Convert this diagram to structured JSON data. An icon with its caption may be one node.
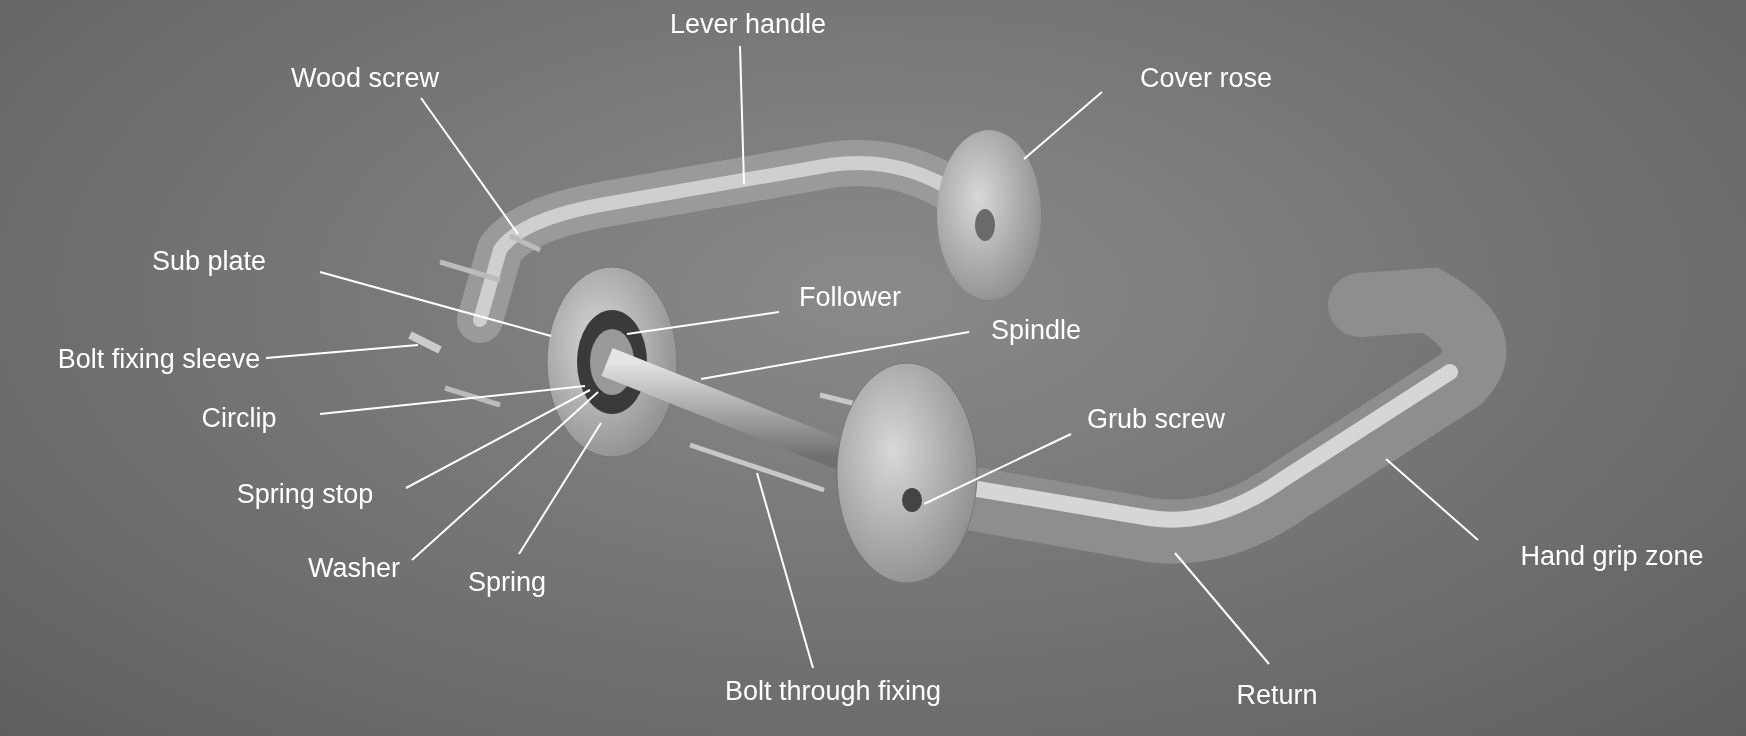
{
  "diagram": {
    "nodes": [
      {
        "text": [
          "Lever handle"
        ]
      },
      {
        "text": [
          "Wood screw"
        ]
      },
      {
        "text": [
          "Cover rose"
        ]
      },
      {
        "text": [
          "Sub plate"
        ]
      },
      {
        "text": [
          "Follower"
        ]
      },
      {
        "text": [
          "Spindle"
        ]
      },
      {
        "text": [
          "Bolt fixing sleeve"
        ]
      },
      {
        "text": [
          "Circlip"
        ]
      },
      {
        "text": [
          "Grub screw"
        ]
      },
      {
        "text": [
          "Spring stop"
        ]
      },
      {
        "text": [
          "Washer"
        ]
      },
      {
        "text": [
          "Spring"
        ]
      },
      {
        "text": [
          "Hand grip zone"
        ]
      },
      {
        "text": [
          "Bolt through fixing"
        ]
      },
      {
        "text": [
          "Return"
        ]
      }
    ],
    "edges": [
      {
        "from": 0,
        "to": null,
        "arrow": "none"
      },
      {
        "from": 1,
        "to": null,
        "arrow": "none"
      },
      {
        "from": 2,
        "to": null,
        "arrow": "none"
      },
      {
        "from": 3,
        "to": null,
        "arrow": "none"
      },
      {
        "from": 4,
        "to": null,
        "arrow": "none"
      },
      {
        "from": 5,
        "to": null,
        "arrow": "none"
      },
      {
        "from": 6,
        "to": null,
        "arrow": "none"
      },
      {
        "from": 7,
        "to": null,
        "arrow": "none"
      },
      {
        "from": 8,
        "to": null,
        "arrow": "none"
      },
      {
        "from": 9,
        "to": null,
        "arrow": "none"
      },
      {
        "from": 10,
        "to": null,
        "arrow": "none"
      },
      {
        "from": 11,
        "to": null,
        "arrow": "none"
      },
      {
        "from": 12,
        "to": null,
        "arrow": "none"
      },
      {
        "from": 13,
        "to": null,
        "arrow": "none"
      },
      {
        "from": 14,
        "to": null,
        "arrow": "none"
      }
    ]
  }
}
